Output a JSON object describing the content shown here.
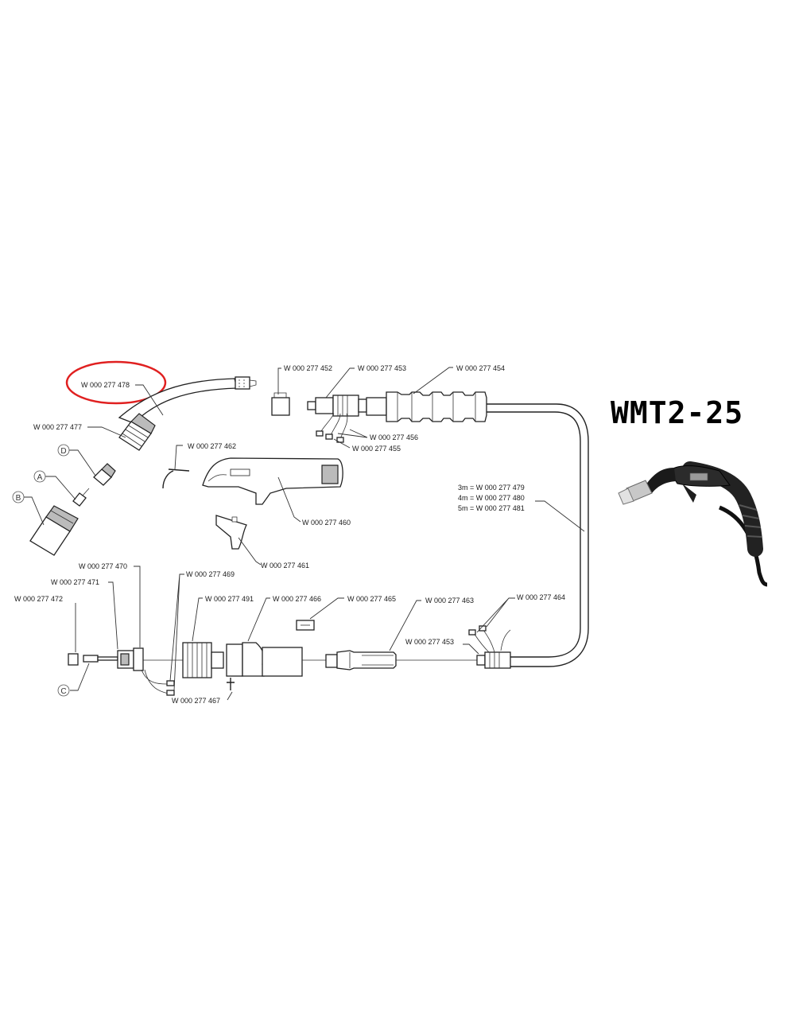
{
  "title": "WMT2-25",
  "highlight_color": "#e02020",
  "callouts": {
    "p478": "W 000 277 478",
    "p477": "W 000 277 477",
    "p452": "W 000 277 452",
    "p453_top": "W 000 277 453",
    "p454": "W 000 277 454",
    "p456": "W 000 277 456",
    "p455": "W 000 277 455",
    "p462": "W 000 277 462",
    "p460": "W 000 277 460",
    "p461": "W 000 277 461",
    "p479": "3m = W 000 277 479",
    "p480": "4m = W 000 277 480",
    "p481": "5m = W 000 277 481",
    "p470": "W 000 277 470",
    "p471": "W 000 277 471",
    "p472": "W 000 277 472",
    "p469": "W 000 277 469",
    "p491": "W 000 277 491",
    "p466": "W 000 277 466",
    "p465": "W 000 277 465",
    "p463": "W 000 277 463",
    "p464": "W 000 277 464",
    "p453_bottom": "W 000 277 453",
    "p467": "W 000 277 467"
  },
  "letters": {
    "a": "A",
    "b": "B",
    "c": "C",
    "d": "D"
  }
}
